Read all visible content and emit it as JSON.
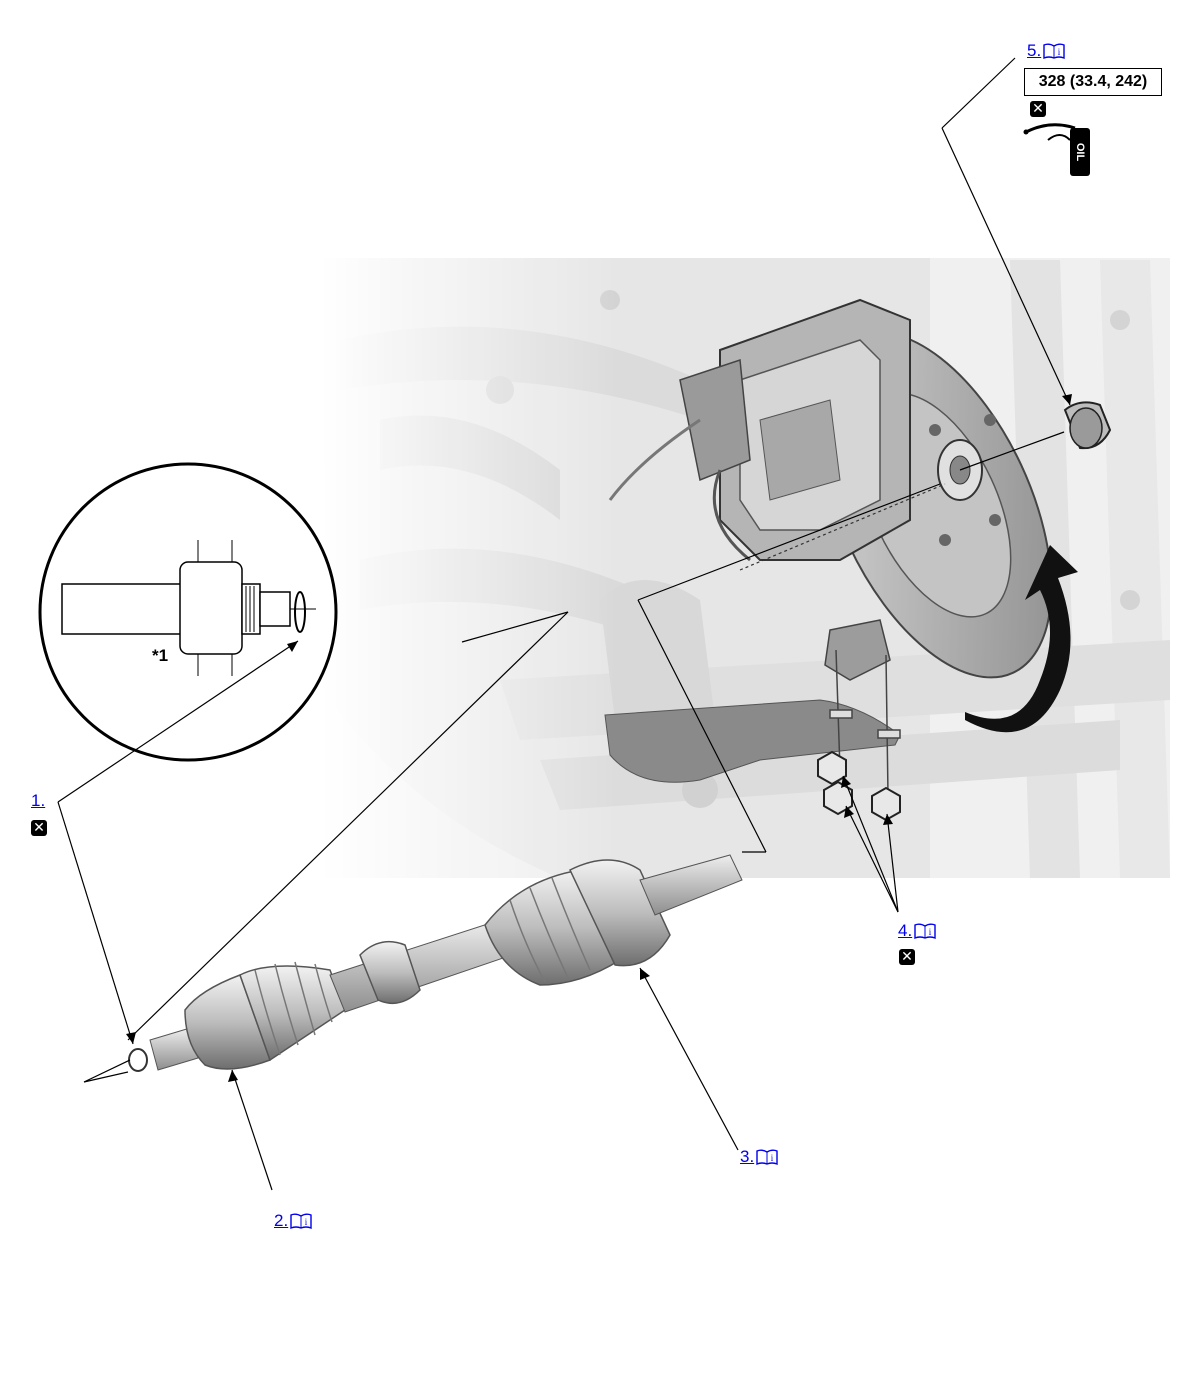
{
  "callouts": {
    "c1": {
      "label": "1."
    },
    "c2": {
      "label": "2."
    },
    "c3": {
      "label": "3."
    },
    "c4": {
      "label": "4."
    },
    "c5": {
      "label": "5."
    }
  },
  "torque_spec": "328 (33.4, 242)",
  "detail_label": "*1",
  "oil_can_text": "OIL",
  "replace_mark": "✕"
}
